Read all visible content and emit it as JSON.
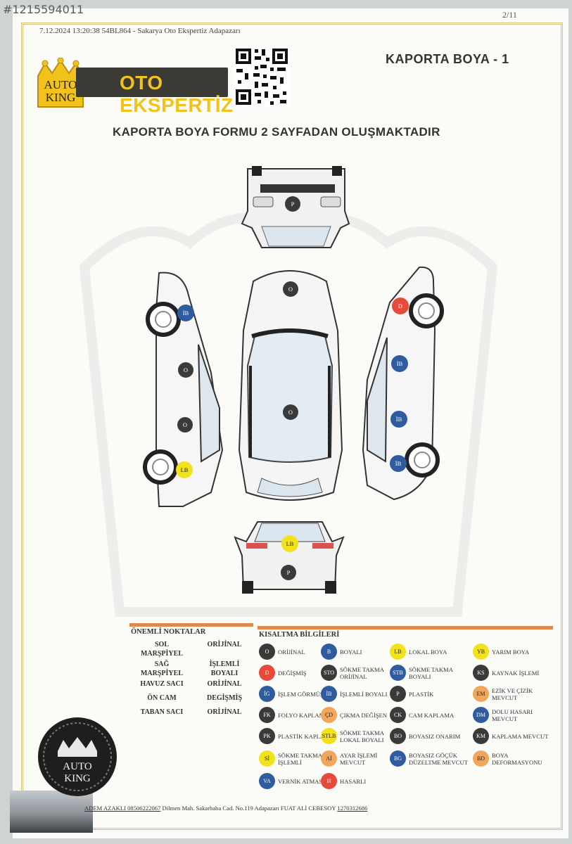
{
  "listing_id": "#1215594011",
  "page_number": "2/11",
  "header_meta": "7.12.2024 13:20:38 54BL864 - Sakarya Oto Ekspertiz Adapazarı",
  "logo": {
    "brand_line1": "AUTO",
    "brand_line2": "KING",
    "name": "OTO EKSPERTİZ"
  },
  "doc_title": "KAPORTA BOYA - 1",
  "subtitle": "KAPORTA BOYA FORMU 2 SAYFADAN OLUŞMAKTADIR",
  "colors": {
    "orijinal": "#3a3a3a",
    "boyali": "#2f5b9f",
    "lokal": "#f1e21b",
    "degismis": "#e54a3b",
    "accent_orange": "#e08a4a",
    "logo_gold": "#f2c21d"
  },
  "markers": {
    "front_bumper": "P",
    "hood": "O",
    "roof": "O",
    "rear_bumper": "P",
    "tailgate": "LB",
    "left_front_fender": "İB",
    "left_front_door": "O",
    "left_rear_door": "O",
    "left_rear_fender": "LB",
    "right_front_fender": "D",
    "right_front_door": "İB",
    "right_rear_door": "İB",
    "right_rear_fender": "İB"
  },
  "important_points": {
    "title": "ÖNEMLİ NOKTALAR",
    "rows": [
      {
        "key": "SOL MARŞPİYEL",
        "value": "ORİJİNAL"
      },
      {
        "key": "SAĞ MARŞPİYEL",
        "value": "İŞLEMLİ BOYALI"
      },
      {
        "key": "HAVUZ SACI",
        "value": "ORİJİNAL"
      },
      {
        "key": "ÖN CAM",
        "value": "DEGİŞMİŞ"
      },
      {
        "key": "TABAN SACI",
        "value": "ORİJİNAL"
      }
    ]
  },
  "abbreviations": {
    "title": "KISALTMA BİLGİLERİ",
    "items": [
      {
        "code": "O",
        "label": "ORİJİNAL",
        "color": "#3a3a3a"
      },
      {
        "code": "B",
        "label": "BOYALI",
        "color": "#2f5b9f"
      },
      {
        "code": "LB",
        "label": "LOKAL BOYA",
        "color": "#f1e21b"
      },
      {
        "code": "YB",
        "label": "YARIM BOYA",
        "color": "#f1e21b"
      },
      {
        "code": "D",
        "label": "DEĞİŞMİŞ",
        "color": "#e54a3b"
      },
      {
        "code": "STO",
        "label": "SÖKME TAKMA ORİJİNAL",
        "color": "#3a3a3a"
      },
      {
        "code": "STB",
        "label": "SÖKME TAKMA BOYALI",
        "color": "#2f5b9f"
      },
      {
        "code": "KS",
        "label": "KAYNAK İŞLEMİ",
        "color": "#3a3a3a"
      },
      {
        "code": "İG",
        "label": "İŞLEM GÖRMÜŞ",
        "color": "#2f5b9f"
      },
      {
        "code": "İB",
        "label": "İŞLEMLİ BOYALI",
        "color": "#2f5b9f"
      },
      {
        "code": "P",
        "label": "PLASTİK",
        "color": "#3a3a3a"
      },
      {
        "code": "EM",
        "label": "EZİK VE ÇİZİK MEVCUT",
        "color": "#f2a65a"
      },
      {
        "code": "FK",
        "label": "FOLYO KAPLAMA",
        "color": "#3a3a3a"
      },
      {
        "code": "ÇD",
        "label": "ÇIKMA DEĞİŞEN",
        "color": "#f2a65a"
      },
      {
        "code": "CK",
        "label": "CAM KAPLAMA",
        "color": "#3a3a3a"
      },
      {
        "code": "DM",
        "label": "DOLU HASARI MEVCUT",
        "color": "#2f5b9f"
      },
      {
        "code": "PK",
        "label": "PLASTİK KAPLAMA",
        "color": "#3a3a3a"
      },
      {
        "code": "STLB",
        "label": "SÖKME TAKMA LOKAL BOYALI",
        "color": "#f1e21b"
      },
      {
        "code": "BO",
        "label": "BOYASIZ ONARIM",
        "color": "#3a3a3a"
      },
      {
        "code": "KM",
        "label": "KAPLAMA MEVCUT",
        "color": "#3a3a3a"
      },
      {
        "code": "Sİ",
        "label": "SÖKME TAKMA İŞLEMLİ",
        "color": "#f1e21b"
      },
      {
        "code": "Aİ",
        "label": "AYAR İŞLEMİ MEVCUT",
        "color": "#f2a65a"
      },
      {
        "code": "BG",
        "label": "BOYASIZ GÖÇÜK DÜZELTME MEVCUT",
        "color": "#2f5b9f"
      },
      {
        "code": "BD",
        "label": "BOYA DEFORMASYONU",
        "color": "#f2a65a"
      },
      {
        "code": "VA",
        "label": "VERNİK ATMASI",
        "color": "#2f5b9f"
      },
      {
        "code": "H",
        "label": "HASARLI",
        "color": "#e54a3b"
      }
    ]
  },
  "footer": {
    "part1": "ADEM AZAKLI ",
    "phone": "08506222067",
    "address": " Dilmen Mah. Sakarbaba Cad. No.119 Adapazarı FUAT ALİ CEBESOY ",
    "code": "1270312686"
  }
}
